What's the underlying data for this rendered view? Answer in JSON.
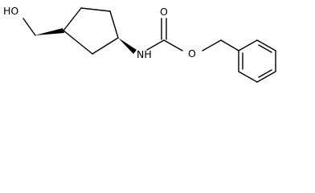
{
  "molecule": {
    "atoms": {
      "hydroxyl": "HO",
      "amine": "NH",
      "carbonyl_oxygen": "O",
      "ester_oxygen": "O"
    }
  }
}
